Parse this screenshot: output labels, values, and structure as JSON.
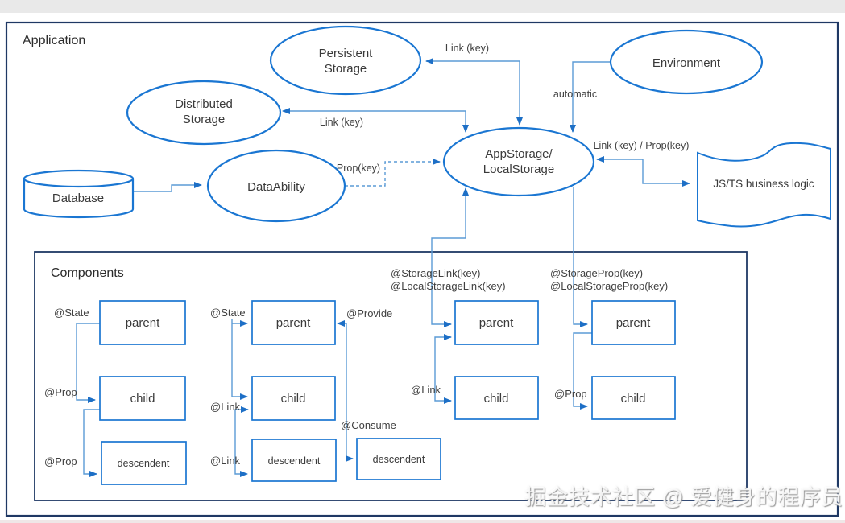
{
  "app": {
    "title": "Application"
  },
  "nodes": {
    "persistent_storage": {
      "line1": "Persistent",
      "line2": "Storage"
    },
    "distributed_storage": {
      "line1": "Distributed",
      "line2": "Storage"
    },
    "environment": {
      "label": "Environment"
    },
    "app_storage": {
      "line1": "AppStorage/",
      "line2": "LocalStorage"
    },
    "data_ability": {
      "label": "DataAbility"
    },
    "database": {
      "label": "Database"
    },
    "js_ts": {
      "label": "JS/TS business logic"
    }
  },
  "edges": {
    "persistent_link": "Link (key)",
    "distributed_link": "Link (key)",
    "environment_automatic": "automatic",
    "jsts_link_prop": "Link (key) / Prop(key)",
    "dataability_prop": "Prop(key)"
  },
  "components": {
    "title": "Components",
    "col1": {
      "state": "@State",
      "prop_child": "@Prop",
      "prop_descendent": "@Prop",
      "parent": "parent",
      "child": "child",
      "descendent": "descendent"
    },
    "col2": {
      "state": "@State",
      "link_child": "@Link",
      "link_descendent": "@Link",
      "parent": "parent",
      "child": "child",
      "descendent": "descendent"
    },
    "provide_consume": {
      "provide": "@Provide",
      "consume": "@Consume",
      "descendent": "descendent"
    },
    "col3": {
      "storage_link": "@StorageLink(key)",
      "local_storage_link": "@LocalStorageLink(key)",
      "link": "@Link",
      "parent": "parent",
      "child": "child"
    },
    "col4": {
      "storage_prop": "@StorageProp(key)",
      "local_storage_prop": "@LocalStorageProp(key)",
      "prop": "@Prop",
      "parent": "parent",
      "child": "child"
    }
  },
  "watermark": "掘金技术社区 @ 爱健身的程序员",
  "colors": {
    "node_stroke": "#1a76d2",
    "connector": "#5b9bd5",
    "arrow_fill": "#1d6fc6",
    "frame": "#1f3864",
    "text": "#3a3a3a",
    "watermark_gray": "#d9d9d9"
  }
}
